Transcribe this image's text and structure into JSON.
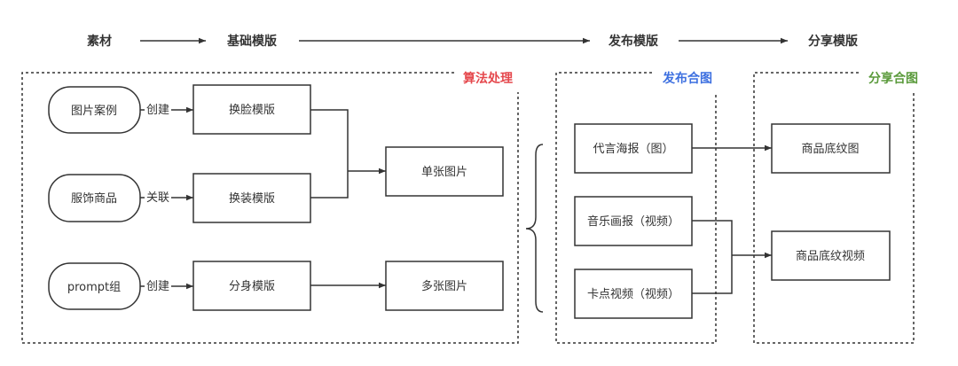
{
  "header": {
    "stages": [
      "素材",
      "基础模版",
      "发布模版",
      "分享模版"
    ]
  },
  "groups": {
    "algorithm": {
      "label": "算法处理",
      "color": "#e5484d"
    },
    "publish": {
      "label": "发布合图",
      "color": "#3c6fe0"
    },
    "share": {
      "label": "分享合图",
      "color": "#5a9a3b"
    }
  },
  "sources": [
    {
      "label": "图片案例",
      "edge": "创建"
    },
    {
      "label": "服饰商品",
      "edge": "关联"
    },
    {
      "label": "prompt组",
      "edge": "创建"
    }
  ],
  "templates": [
    "换脸模版",
    "换装模版",
    "分身模版"
  ],
  "outputs": [
    "单张图片",
    "多张图片"
  ],
  "publish_items": [
    "代言海报（图）",
    "音乐画报（视频）",
    "卡点视频（视频）"
  ],
  "share_items": [
    "商品底纹图",
    "商品底纹视频"
  ],
  "colors": {
    "stroke": "#333333",
    "text": "#333333"
  }
}
